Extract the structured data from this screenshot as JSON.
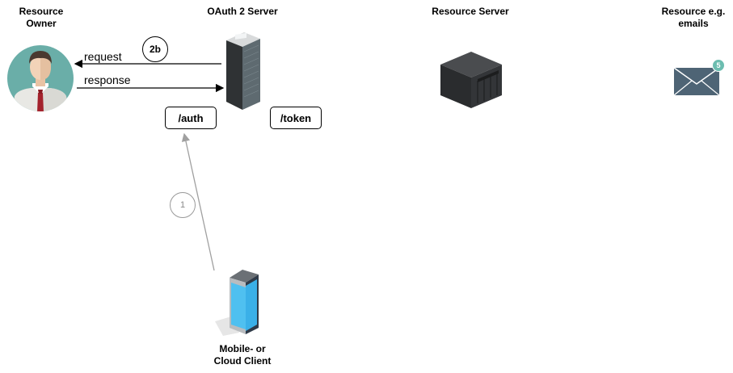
{
  "actors": {
    "resource_owner": "Resource Owner",
    "oauth_server": "OAuth 2 Server",
    "resource_server": "Resource Server",
    "resource": "Resource e.g. emails",
    "client": "Mobile- or Cloud Client"
  },
  "labels": {
    "resource_owner_line1": "Resource",
    "resource_owner_line2": "Owner",
    "resource_line1": "Resource e.g.",
    "resource_line2": "emails",
    "client_line1": "Mobile- or",
    "client_line2": "Cloud Client"
  },
  "endpoints": {
    "auth": "/auth",
    "token": "/token"
  },
  "messages": {
    "request": "request",
    "response": "response"
  },
  "steps": {
    "step_1": "1",
    "step_2b": "2b"
  },
  "email_badge_count": "5",
  "colors": {
    "avatar_bg": "#6aaea8",
    "server_dark": "#3a3d40",
    "phone_screen": "#4fc0f0",
    "mail": "#4e6475",
    "badge": "#6cbdb0",
    "grey_arrow": "#a0a0a0"
  }
}
